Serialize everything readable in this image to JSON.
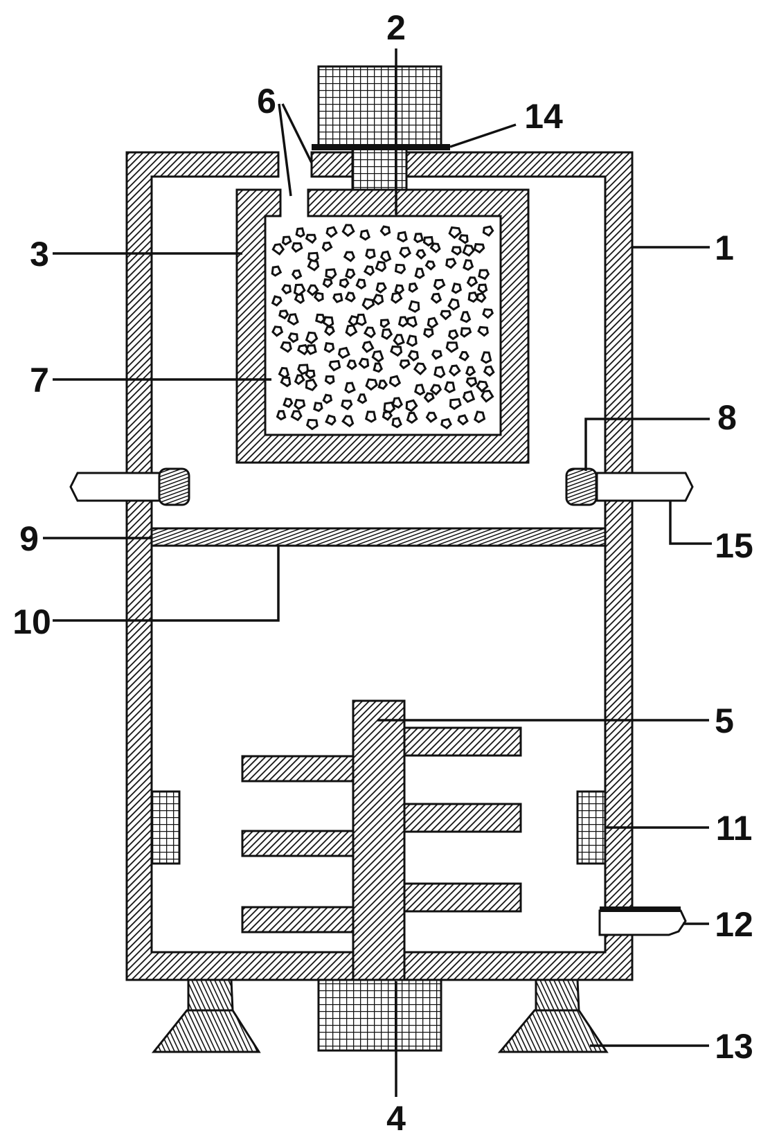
{
  "labels": {
    "wall_1": "1",
    "top_block_2": "2",
    "inner_box_3": "3",
    "bottom_block_4": "4",
    "shaft_5": "5",
    "opening_6": "6",
    "particles_7": "7",
    "nozzle_8": "8",
    "plate_9": "9",
    "plate_edge_10": "10",
    "side_block_11": "11",
    "outlet_12": "12",
    "foot_13": "13",
    "seal_14": "14",
    "pipe_15": "15"
  }
}
